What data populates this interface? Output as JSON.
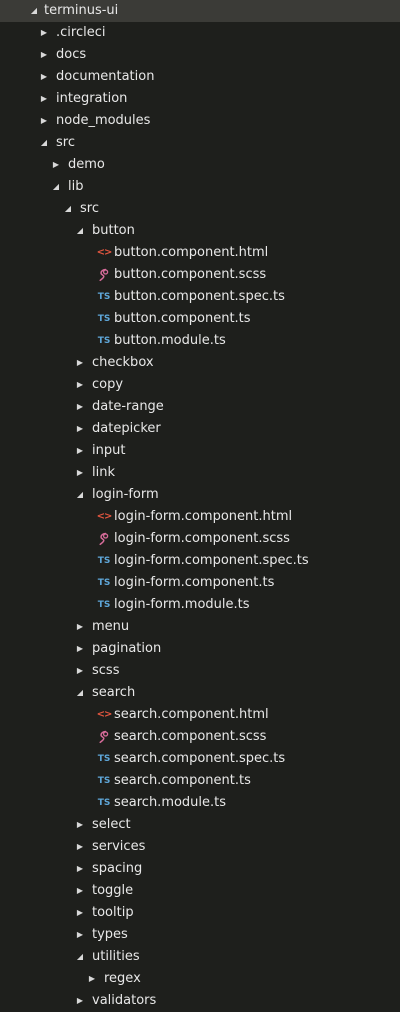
{
  "explorer": {
    "root": {
      "label": "terminus-ui",
      "expanded": true
    },
    "items": [
      {
        "label": ".circleci",
        "level": 1,
        "kind": "folder",
        "expanded": false
      },
      {
        "label": "docs",
        "level": 1,
        "kind": "folder",
        "expanded": false
      },
      {
        "label": "documentation",
        "level": 1,
        "kind": "folder",
        "expanded": false
      },
      {
        "label": "integration",
        "level": 1,
        "kind": "folder",
        "expanded": false
      },
      {
        "label": "node_modules",
        "level": 1,
        "kind": "folder",
        "expanded": false
      },
      {
        "label": "src",
        "level": 1,
        "kind": "folder",
        "expanded": true
      },
      {
        "label": "demo",
        "level": 2,
        "kind": "folder",
        "expanded": false
      },
      {
        "label": "lib",
        "level": 2,
        "kind": "folder",
        "expanded": true
      },
      {
        "label": "src",
        "level": 3,
        "kind": "folder",
        "expanded": true
      },
      {
        "label": "button",
        "level": 4,
        "kind": "folder",
        "expanded": true
      },
      {
        "label": "button.component.html",
        "level": 5,
        "kind": "file",
        "filetype": "html",
        "icon": "html-file-icon"
      },
      {
        "label": "button.component.scss",
        "level": 5,
        "kind": "file",
        "filetype": "scss",
        "icon": "scss-file-icon"
      },
      {
        "label": "button.component.spec.ts",
        "level": 5,
        "kind": "file",
        "filetype": "ts",
        "icon": "ts-file-icon"
      },
      {
        "label": "button.component.ts",
        "level": 5,
        "kind": "file",
        "filetype": "ts",
        "icon": "ts-file-icon"
      },
      {
        "label": "button.module.ts",
        "level": 5,
        "kind": "file",
        "filetype": "ts",
        "icon": "ts-file-icon"
      },
      {
        "label": "checkbox",
        "level": 4,
        "kind": "folder",
        "expanded": false
      },
      {
        "label": "copy",
        "level": 4,
        "kind": "folder",
        "expanded": false
      },
      {
        "label": "date-range",
        "level": 4,
        "kind": "folder",
        "expanded": false
      },
      {
        "label": "datepicker",
        "level": 4,
        "kind": "folder",
        "expanded": false
      },
      {
        "label": "input",
        "level": 4,
        "kind": "folder",
        "expanded": false
      },
      {
        "label": "link",
        "level": 4,
        "kind": "folder",
        "expanded": false
      },
      {
        "label": "login-form",
        "level": 4,
        "kind": "folder",
        "expanded": true
      },
      {
        "label": "login-form.component.html",
        "level": 5,
        "kind": "file",
        "filetype": "html",
        "icon": "html-file-icon"
      },
      {
        "label": "login-form.component.scss",
        "level": 5,
        "kind": "file",
        "filetype": "scss",
        "icon": "scss-file-icon"
      },
      {
        "label": "login-form.component.spec.ts",
        "level": 5,
        "kind": "file",
        "filetype": "ts",
        "icon": "ts-file-icon"
      },
      {
        "label": "login-form.component.ts",
        "level": 5,
        "kind": "file",
        "filetype": "ts",
        "icon": "ts-file-icon"
      },
      {
        "label": "login-form.module.ts",
        "level": 5,
        "kind": "file",
        "filetype": "ts",
        "icon": "ts-file-icon"
      },
      {
        "label": "menu",
        "level": 4,
        "kind": "folder",
        "expanded": false
      },
      {
        "label": "pagination",
        "level": 4,
        "kind": "folder",
        "expanded": false
      },
      {
        "label": "scss",
        "level": 4,
        "kind": "folder",
        "expanded": false
      },
      {
        "label": "search",
        "level": 4,
        "kind": "folder",
        "expanded": true
      },
      {
        "label": "search.component.html",
        "level": 5,
        "kind": "file",
        "filetype": "html",
        "icon": "html-file-icon"
      },
      {
        "label": "search.component.scss",
        "level": 5,
        "kind": "file",
        "filetype": "scss",
        "icon": "scss-file-icon"
      },
      {
        "label": "search.component.spec.ts",
        "level": 5,
        "kind": "file",
        "filetype": "ts",
        "icon": "ts-file-icon"
      },
      {
        "label": "search.component.ts",
        "level": 5,
        "kind": "file",
        "filetype": "ts",
        "icon": "ts-file-icon"
      },
      {
        "label": "search.module.ts",
        "level": 5,
        "kind": "file",
        "filetype": "ts",
        "icon": "ts-file-icon"
      },
      {
        "label": "select",
        "level": 4,
        "kind": "folder",
        "expanded": false
      },
      {
        "label": "services",
        "level": 4,
        "kind": "folder",
        "expanded": false
      },
      {
        "label": "spacing",
        "level": 4,
        "kind": "folder",
        "expanded": false
      },
      {
        "label": "toggle",
        "level": 4,
        "kind": "folder",
        "expanded": false
      },
      {
        "label": "tooltip",
        "level": 4,
        "kind": "folder",
        "expanded": false
      },
      {
        "label": "types",
        "level": 4,
        "kind": "folder",
        "expanded": false
      },
      {
        "label": "utilities",
        "level": 4,
        "kind": "folder",
        "expanded": true
      },
      {
        "label": "regex",
        "level": 5,
        "kind": "folder",
        "expanded": false
      },
      {
        "label": "validators",
        "level": 4,
        "kind": "folder",
        "expanded": false
      }
    ]
  },
  "icons": {
    "html": "<>",
    "ts": "TS",
    "arrow_collapsed": "▶",
    "arrow_expanded": "◢"
  },
  "colors": {
    "background": "#1e1f1c",
    "selected_row": "#3b3b37",
    "html_icon": "#e2563f",
    "scss_icon": "#d76c9a",
    "ts_icon": "#5ea6d8"
  }
}
